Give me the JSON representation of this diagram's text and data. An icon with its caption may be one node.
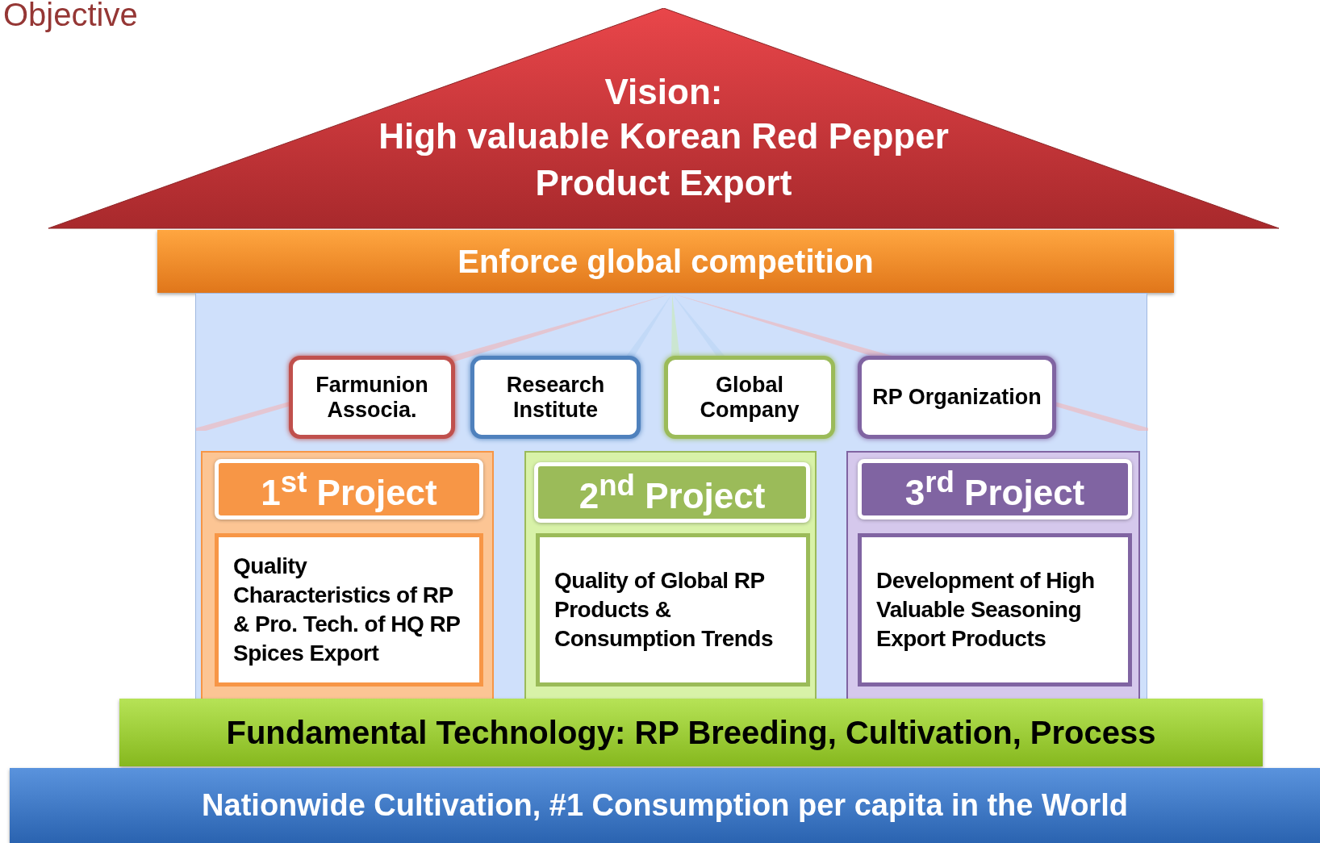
{
  "diagram": {
    "title": "Objective",
    "nodes": [
      {
        "text": [
          "Vision:",
          "High valuable Korean Red Pepper Product Export"
        ]
      },
      {
        "text": [
          "Enforce global competition"
        ]
      },
      {
        "text": [],
        "shape": "box"
      },
      {
        "text": [
          "Farmunion Associa."
        ],
        "in": 2
      },
      {
        "text": [
          "Research Institute"
        ],
        "in": 2
      },
      {
        "text": [
          "Global Company"
        ],
        "in": 2
      },
      {
        "text": [
          "RP Organization"
        ],
        "in": 2
      },
      {
        "text": [],
        "shape": "box",
        "in": 2
      },
      {
        "text": [
          "1$^{st}$ Project"
        ],
        "in": 7
      },
      {
        "text": [
          "Quality Characteristics of RP & Pro. Tech. of HQ RP Spices Export"
        ],
        "in": 7
      },
      {
        "text": [],
        "shape": "box",
        "in": 2
      },
      {
        "text": [
          "2$^{nd}$ Project"
        ],
        "in": 10
      },
      {
        "text": [
          "Quality of Global RP Products & Consumption Trends"
        ],
        "in": 10
      },
      {
        "text": [],
        "shape": "box",
        "in": 2
      },
      {
        "text": [
          "3$^{rd}$ Project"
        ],
        "in": 13
      },
      {
        "text": [
          "Development of High Valuable Seasoning Export Products"
        ],
        "in": 13
      },
      {
        "text": [
          "Fundamental Technology: RP Breeding, Cultivation, Process"
        ]
      },
      {
        "text": [
          "Nationwide Cultivation, #1 Consumption per capita in the World"
        ]
      }
    ],
    "edges": []
  }
}
